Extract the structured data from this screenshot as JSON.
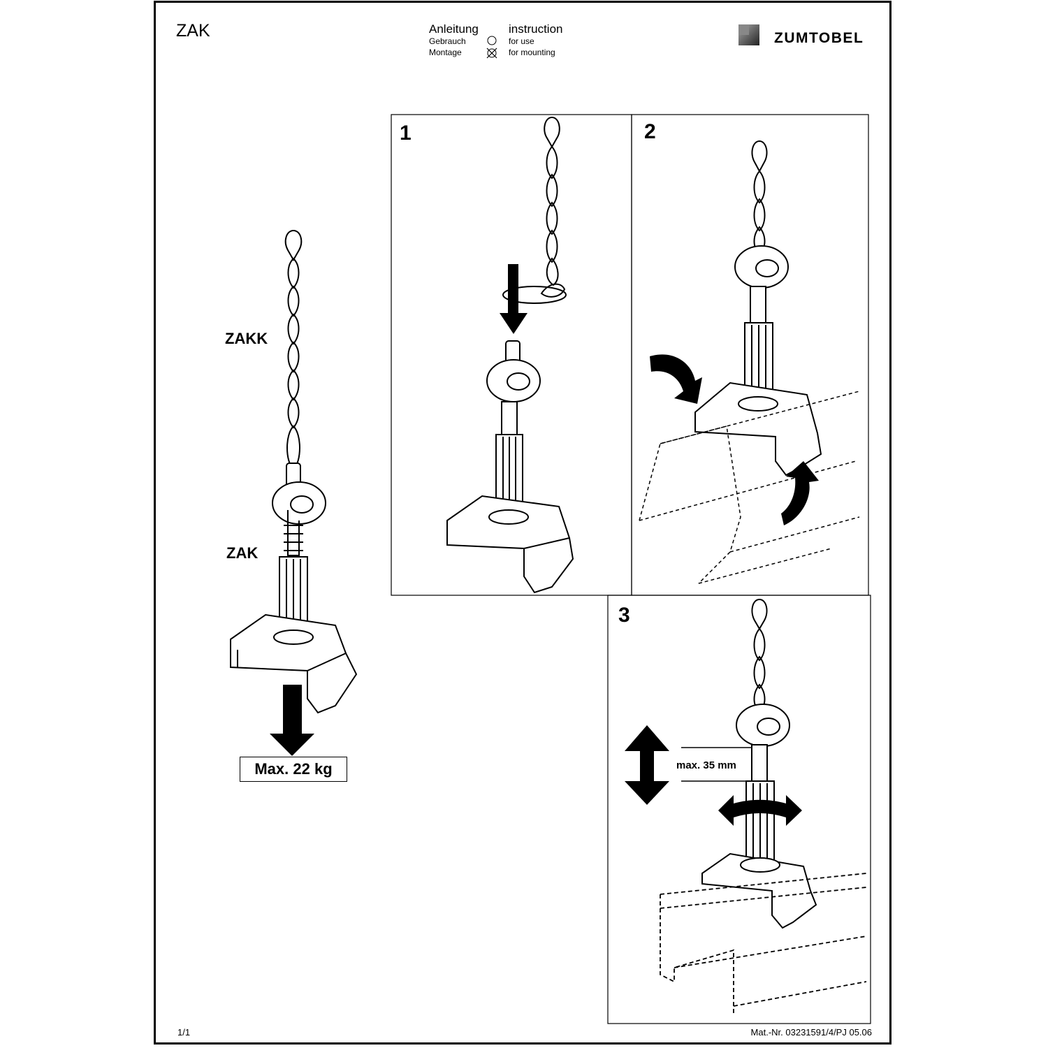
{
  "document": {
    "title": "ZAK",
    "header": {
      "de_title": "Anleitung",
      "en_title": "instruction",
      "de_use": "Gebrauch",
      "en_use": "for use",
      "de_mount": "Montage",
      "en_mount": "for mounting"
    },
    "brand": "ZUMTOBEL",
    "overview": {
      "chain_label": "ZAKK",
      "hook_label": "ZAK",
      "max_load": "Max. 22 kg"
    },
    "steps": [
      {
        "number": "1"
      },
      {
        "number": "2"
      },
      {
        "number": "3",
        "adjust_label": "max. 35 mm"
      }
    ],
    "footer": {
      "page": "1/1",
      "material_number": "Mat.-Nr. 03231591/4/PJ 05.06"
    }
  }
}
